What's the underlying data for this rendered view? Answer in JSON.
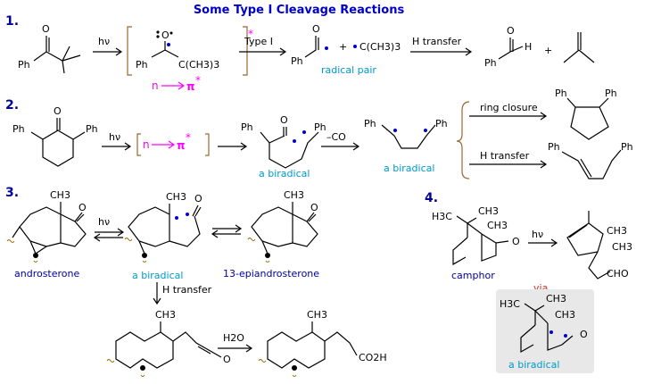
{
  "title": "Some Type I Cleavage Reactions",
  "sections": {
    "s1": {
      "number": "1.",
      "hv": "hν",
      "ph": "Ph",
      "o_label": "O",
      "tbu": "C(CH3)3",
      "type1": "Type I",
      "plus": "+",
      "radical_pair": "radical pair",
      "h_transfer": "H transfer",
      "h": "H",
      "n_label": "n",
      "pi_label": "π",
      "star": "*"
    },
    "s2": {
      "number": "2.",
      "hv": "hν",
      "ph": "Ph",
      "o_label": "O",
      "n_label": "n",
      "pi_label": "π",
      "star": "*",
      "minus_co": "–CO",
      "a_biradical": "a biradical",
      "ring_closure": "ring closure",
      "h_transfer": "H transfer"
    },
    "s3": {
      "number": "3.",
      "hv": "hν",
      "ch3": "CH3",
      "o_label": "O",
      "androsterone": "androsterone",
      "a_biradical": "a biradical",
      "epi": "13-epiandrosterone",
      "h_transfer": "H transfer",
      "h2o": "H2O",
      "co2h": "CO2H"
    },
    "s4": {
      "number": "4.",
      "hv": "hν",
      "h3c": "H3C",
      "ch3": "CH3",
      "o_label": "O",
      "cho": "CHO",
      "camphor": "camphor",
      "via": "via",
      "a_biradical": "a biradical"
    }
  },
  "colors": {
    "title": "#0000cc",
    "number": "#000099",
    "caption_cyan": "#0099cc",
    "caption_blue": "#000099",
    "transition_magenta": "#ff00ff",
    "via_red": "#cc3333",
    "bracket_brown": "#996633",
    "panel_gray": "#e8e8e8"
  }
}
